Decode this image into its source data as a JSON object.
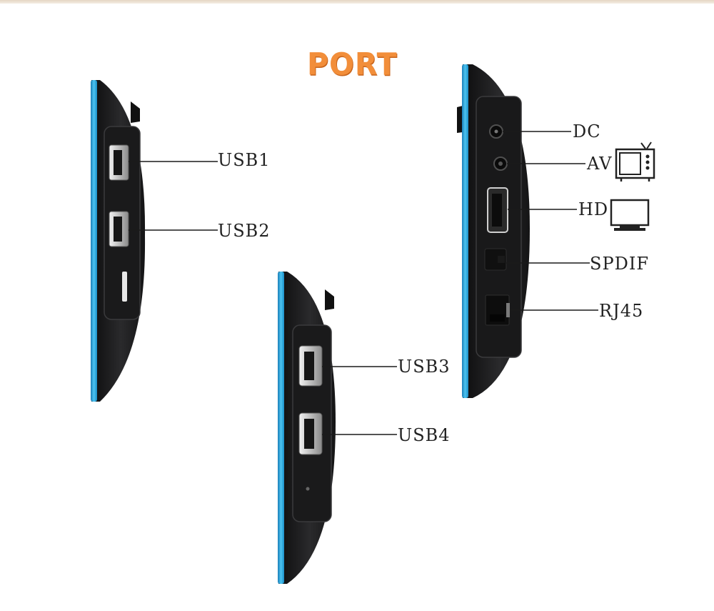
{
  "title": "PORT",
  "labels": {
    "usb1": "USB1",
    "usb2": "USB2",
    "usb3": "USB3",
    "usb4": "USB4",
    "dc": "DC",
    "av": "AV",
    "hd": "HD",
    "spdif": "SPDIF",
    "rj45": "RJ45"
  },
  "colors": {
    "title": "#f28e3a",
    "accent_strip": "#2aa8e0",
    "device_body": "#1c1c1e",
    "label_text": "#222222",
    "leader_line": "#1a1a1a"
  },
  "icons": {
    "av": "crt-tv-icon",
    "hd": "flat-monitor-icon"
  }
}
